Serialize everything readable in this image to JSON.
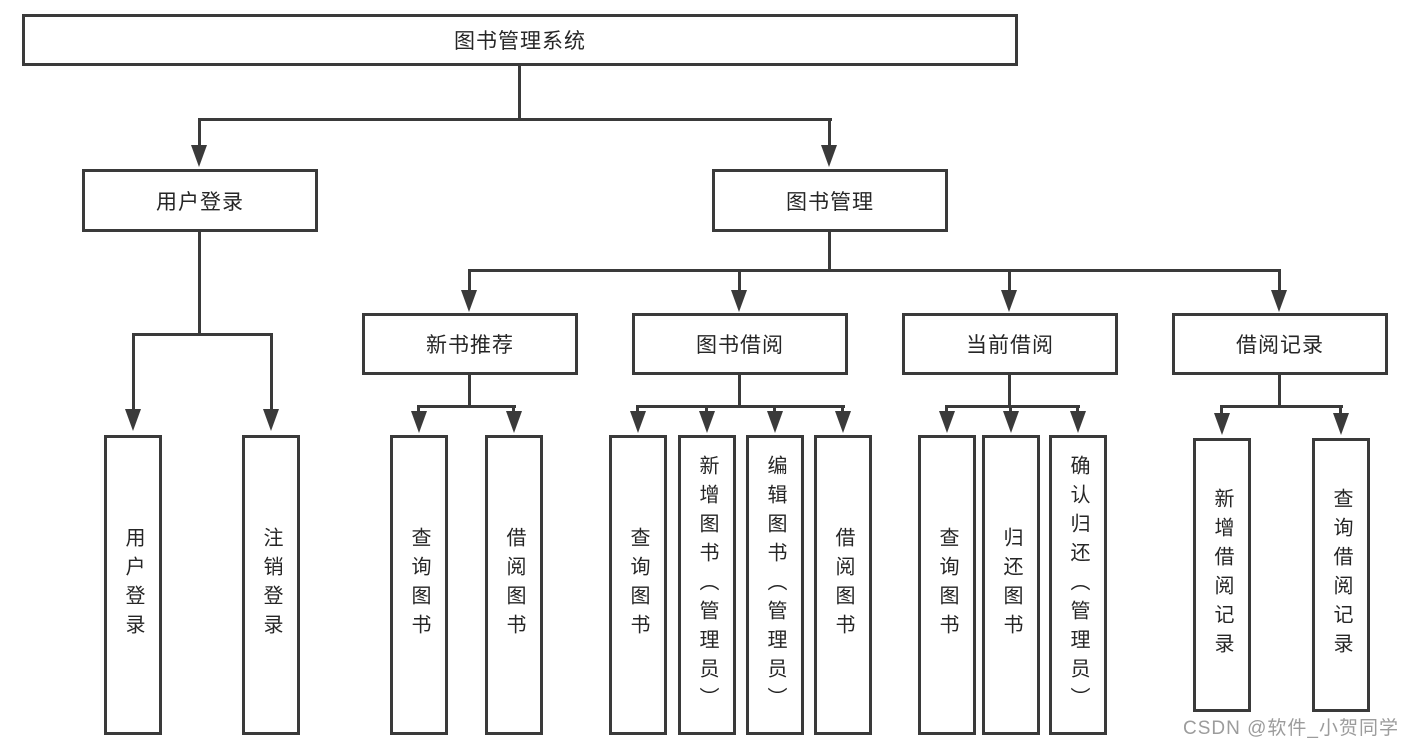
{
  "diagram": {
    "root": {
      "label": "图书管理系统"
    },
    "branches": [
      {
        "label": "用户登录",
        "children": [
          {
            "label": "用户登录"
          },
          {
            "label": "注销登录"
          }
        ]
      },
      {
        "label": "图书管理",
        "children": [
          {
            "label": "新书推荐",
            "children": [
              {
                "label": "查询图书"
              },
              {
                "label": "借阅图书"
              }
            ]
          },
          {
            "label": "图书借阅",
            "children": [
              {
                "label": "查询图书"
              },
              {
                "label": "新增图书（管理员）"
              },
              {
                "label": "编辑图书（管理员）"
              },
              {
                "label": "借阅图书"
              }
            ]
          },
          {
            "label": "当前借阅",
            "children": [
              {
                "label": "查询图书"
              },
              {
                "label": "归还图书"
              },
              {
                "label": "确认归还（管理员）"
              }
            ]
          },
          {
            "label": "借阅记录",
            "children": [
              {
                "label": "新增借阅记录"
              },
              {
                "label": "查询借阅记录"
              }
            ]
          }
        ]
      }
    ]
  },
  "watermark": {
    "text": "CSDN @软件_小贺同学"
  },
  "colors": {
    "line": "#3a3a3a",
    "text": "#262626",
    "watermark": "#9c9c9c",
    "background": "#ffffff"
  }
}
